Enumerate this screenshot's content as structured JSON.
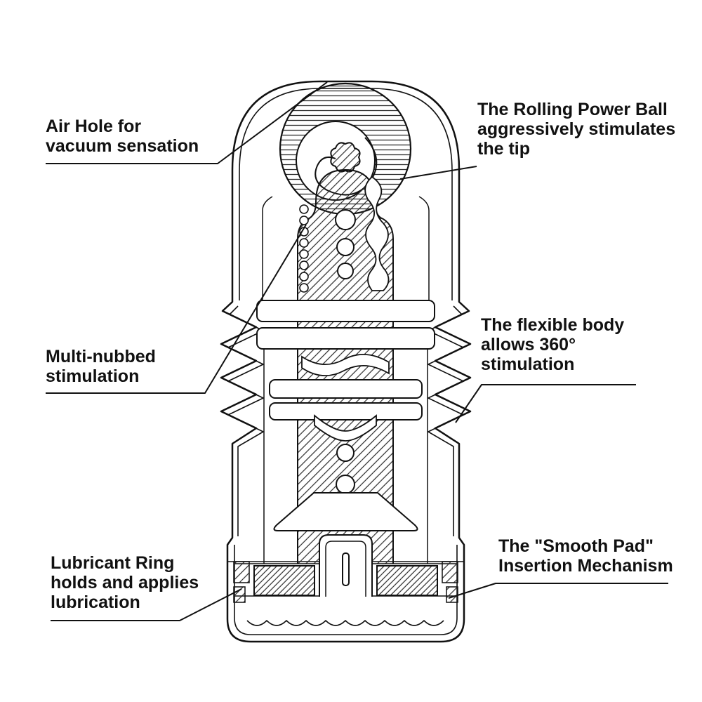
{
  "figure": {
    "background": "#ffffff",
    "line_color": "#111111",
    "hatch_color": "#2a2a2a"
  },
  "callouts": [
    {
      "id": "air-hole",
      "lines": [
        "Air Hole for",
        "vacuum sensation"
      ]
    },
    {
      "id": "rolling-ball",
      "lines": [
        "The Rolling Power Ball",
        "aggressively stimulates",
        "the tip"
      ]
    },
    {
      "id": "multi-nubbed",
      "lines": [
        "Multi-nubbed",
        "stimulation"
      ]
    },
    {
      "id": "flexible-body",
      "lines": [
        "The flexible body",
        "allows 360°",
        "stimulation"
      ]
    },
    {
      "id": "lubricant-ring",
      "lines": [
        "Lubricant Ring",
        "holds and applies",
        "lubrication"
      ]
    },
    {
      "id": "smooth-pad",
      "lines": [
        "The \"Smooth Pad\"",
        "Insertion Mechanism"
      ]
    }
  ]
}
